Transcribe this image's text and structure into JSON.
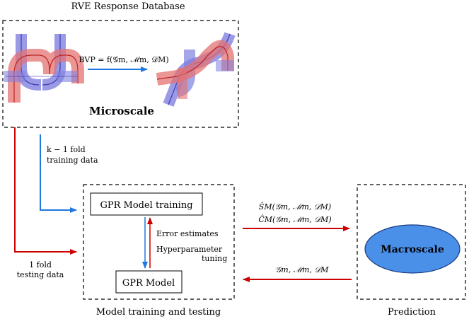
{
  "database": {
    "title": "RVE Response Database",
    "bvp_label": "BVP = f(𝒢m, ℳm, 𝒟M)",
    "microscale_label": "Microscale"
  },
  "left_arrows": {
    "training_label_line1": "k − 1 fold",
    "training_label_line2": "training data",
    "testing_label_line1": "1 fold",
    "testing_label_line2": "testing data"
  },
  "model_box": {
    "training_label": "GPR Model training",
    "model_label": "GPR Model",
    "error_line1": "Error estimates",
    "error_line2": "Hyperparameter",
    "error_line3": "tuning",
    "caption": "Model training and testing"
  },
  "middle_arrows": {
    "output_line1": "ŜM(𝒢m, ℳm, 𝒟M)",
    "output_line2": "ĈM(𝒢m, ℳm, 𝒟M)",
    "input_line": "𝒢m, ℳm, 𝒟M"
  },
  "prediction": {
    "macroscale_label": "Macroscale",
    "caption": "Prediction"
  },
  "colors": {
    "red": "#cc0000",
    "blue": "#1f77e0",
    "ellipse_fill": "#4a8fe8",
    "tube_blue": "#6a6adc",
    "tube_red": "#e05a5a"
  }
}
